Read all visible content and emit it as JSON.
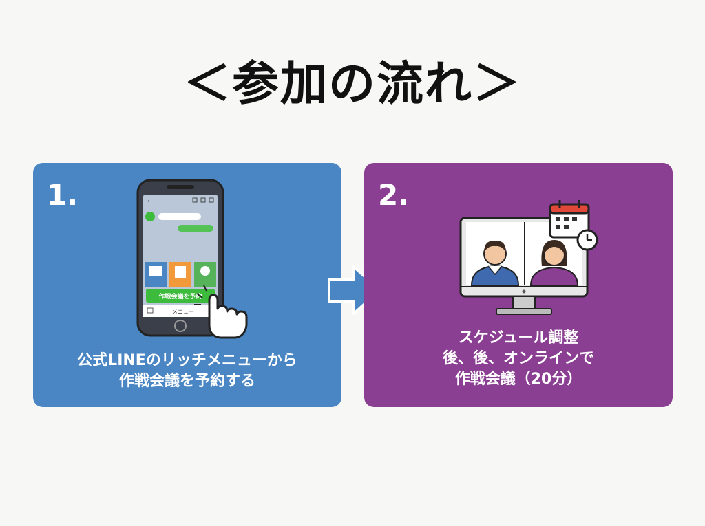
{
  "title": "＜参加の流れ＞",
  "steps": [
    {
      "number": "1.",
      "lines": [
        "公式LINEのリッチメニューから",
        "作戦会議を予約する"
      ],
      "color": "#4a86c4",
      "illustration": "smartphone-line-rich-menu",
      "phone_button_label": "作戦会議を予約",
      "phone_menu_label": "メニュー"
    },
    {
      "number": "2.",
      "lines": [
        "スケジュール調整",
        "後、後、オンラインで",
        "作戦会議（20分）"
      ],
      "color": "#8b3f92",
      "illustration": "video-call-monitor"
    }
  ],
  "arrow_color": "#4a86c4"
}
